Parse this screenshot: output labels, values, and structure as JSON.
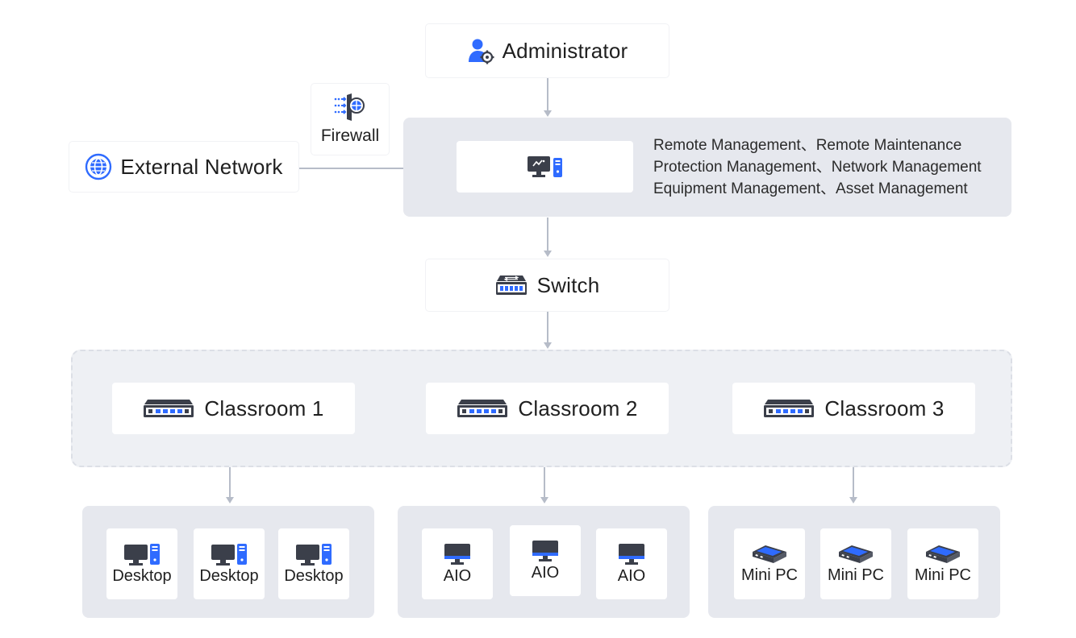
{
  "administrator": {
    "label": "Administrator",
    "icon": "admin-gear-icon"
  },
  "firewall": {
    "label": "Firewall",
    "icon": "firewall-icon"
  },
  "external_network": {
    "label": "External Network",
    "icon": "globe-icon"
  },
  "management_server": {
    "icon": "monitor-server-icon",
    "functions": [
      "Remote Management、Remote Maintenance",
      "Protection Management、Network Management",
      "Equipment Management、Asset Management"
    ]
  },
  "switch": {
    "label": "Switch",
    "icon": "switch-icon"
  },
  "classrooms": [
    {
      "label": "Classroom 1",
      "icon": "switch-icon"
    },
    {
      "label": "Classroom 2",
      "icon": "switch-icon"
    },
    {
      "label": "Classroom 3",
      "icon": "switch-icon"
    }
  ],
  "device_groups": [
    {
      "devices": [
        "Desktop",
        "Desktop",
        "Desktop"
      ],
      "icon": "desktop-icon"
    },
    {
      "devices": [
        "AIO",
        "AIO",
        "AIO"
      ],
      "icon": "aio-icon"
    },
    {
      "devices": [
        "Mini PC",
        "Mini PC",
        "Mini PC"
      ],
      "icon": "mini-pc-icon"
    }
  ],
  "colors": {
    "accent": "#2f6bff",
    "icon_dark": "#3b3f4a",
    "panel": "#e6e8ee",
    "connector": "#b6bcc8"
  }
}
